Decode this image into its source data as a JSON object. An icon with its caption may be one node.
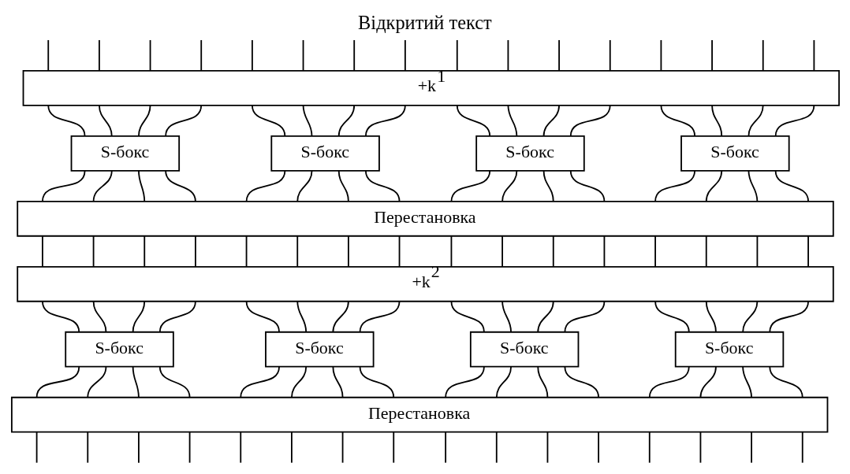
{
  "diagram": {
    "title": "Відкритий текст",
    "nodes": [
      {
        "text": [
          "+k$^{1}$"
        ]
      },
      {
        "text": [
          "S-бокс"
        ]
      },
      {
        "text": [
          "S-бокс"
        ]
      },
      {
        "text": [
          "S-бокс"
        ]
      },
      {
        "text": [
          "S-бокс"
        ]
      },
      {
        "text": [
          "Перестановка"
        ]
      },
      {
        "text": [
          "+k$^{2}$"
        ]
      },
      {
        "text": [
          "S-бокс"
        ]
      },
      {
        "text": [
          "S-бокс"
        ]
      },
      {
        "text": [
          "S-бокс"
        ]
      },
      {
        "text": [
          "S-бокс"
        ]
      },
      {
        "text": [
          "Перестановка"
        ]
      }
    ],
    "edges": [
      {
        "from": null,
        "to": 0,
        "arrow": "none"
      },
      {
        "from": null,
        "to": 0,
        "arrow": "none"
      },
      {
        "from": null,
        "to": 0,
        "arrow": "none"
      },
      {
        "from": null,
        "to": 0,
        "arrow": "none"
      },
      {
        "from": null,
        "to": 0,
        "arrow": "none"
      },
      {
        "from": null,
        "to": 0,
        "arrow": "none"
      },
      {
        "from": null,
        "to": 0,
        "arrow": "none"
      },
      {
        "from": null,
        "to": 0,
        "arrow": "none"
      },
      {
        "from": null,
        "to": 0,
        "arrow": "none"
      },
      {
        "from": null,
        "to": 0,
        "arrow": "none"
      },
      {
        "from": null,
        "to": 0,
        "arrow": "none"
      },
      {
        "from": null,
        "to": 0,
        "arrow": "none"
      },
      {
        "from": null,
        "to": 0,
        "arrow": "none"
      },
      {
        "from": null,
        "to": 0,
        "arrow": "none"
      },
      {
        "from": null,
        "to": 0,
        "arrow": "none"
      },
      {
        "from": null,
        "to": 0,
        "arrow": "none"
      },
      {
        "from": 0,
        "to": 1,
        "arrow": "none"
      },
      {
        "from": 0,
        "to": 1,
        "arrow": "none"
      },
      {
        "from": 0,
        "to": 1,
        "arrow": "none"
      },
      {
        "from": 0,
        "to": 1,
        "arrow": "none"
      },
      {
        "from": 0,
        "to": 2,
        "arrow": "none"
      },
      {
        "from": 0,
        "to": 2,
        "arrow": "none"
      },
      {
        "from": 0,
        "to": 2,
        "arrow": "none"
      },
      {
        "from": 0,
        "to": 2,
        "arrow": "none"
      },
      {
        "from": 0,
        "to": 3,
        "arrow": "none"
      },
      {
        "from": 0,
        "to": 3,
        "arrow": "none"
      },
      {
        "from": 0,
        "to": 3,
        "arrow": "none"
      },
      {
        "from": 0,
        "to": 3,
        "arrow": "none"
      },
      {
        "from": 0,
        "to": 4,
        "arrow": "none"
      },
      {
        "from": 0,
        "to": 4,
        "arrow": "none"
      },
      {
        "from": 0,
        "to": 4,
        "arrow": "none"
      },
      {
        "from": 0,
        "to": 4,
        "arrow": "none"
      },
      {
        "from": 1,
        "to": 5,
        "arrow": "none"
      },
      {
        "from": 1,
        "to": 5,
        "arrow": "none"
      },
      {
        "from": 1,
        "to": 5,
        "arrow": "none"
      },
      {
        "from": 1,
        "to": 5,
        "arrow": "none"
      },
      {
        "from": 2,
        "to": 5,
        "arrow": "none"
      },
      {
        "from": 2,
        "to": 5,
        "arrow": "none"
      },
      {
        "from": 2,
        "to": 5,
        "arrow": "none"
      },
      {
        "from": 2,
        "to": 5,
        "arrow": "none"
      },
      {
        "from": 3,
        "to": 5,
        "arrow": "none"
      },
      {
        "from": 3,
        "to": 5,
        "arrow": "none"
      },
      {
        "from": 3,
        "to": 5,
        "arrow": "none"
      },
      {
        "from": 3,
        "to": 5,
        "arrow": "none"
      },
      {
        "from": 4,
        "to": 5,
        "arrow": "none"
      },
      {
        "from": 4,
        "to": 5,
        "arrow": "none"
      },
      {
        "from": 4,
        "to": 5,
        "arrow": "none"
      },
      {
        "from": 4,
        "to": 5,
        "arrow": "none"
      },
      {
        "from": 5,
        "to": 6,
        "arrow": "none"
      },
      {
        "from": 5,
        "to": 6,
        "arrow": "none"
      },
      {
        "from": 5,
        "to": 6,
        "arrow": "none"
      },
      {
        "from": 5,
        "to": 6,
        "arrow": "none"
      },
      {
        "from": 5,
        "to": 6,
        "arrow": "none"
      },
      {
        "from": 5,
        "to": 6,
        "arrow": "none"
      },
      {
        "from": 5,
        "to": 6,
        "arrow": "none"
      },
      {
        "from": 5,
        "to": 6,
        "arrow": "none"
      },
      {
        "from": 5,
        "to": 6,
        "arrow": "none"
      },
      {
        "from": 5,
        "to": 6,
        "arrow": "none"
      },
      {
        "from": 5,
        "to": 6,
        "arrow": "none"
      },
      {
        "from": 5,
        "to": 6,
        "arrow": "none"
      },
      {
        "from": 5,
        "to": 6,
        "arrow": "none"
      },
      {
        "from": 5,
        "to": 6,
        "arrow": "none"
      },
      {
        "from": 5,
        "to": 6,
        "arrow": "none"
      },
      {
        "from": 5,
        "to": 6,
        "arrow": "none"
      },
      {
        "from": 6,
        "to": 7,
        "arrow": "none"
      },
      {
        "from": 6,
        "to": 7,
        "arrow": "none"
      },
      {
        "from": 6,
        "to": 7,
        "arrow": "none"
      },
      {
        "from": 6,
        "to": 7,
        "arrow": "none"
      },
      {
        "from": 6,
        "to": 8,
        "arrow": "none"
      },
      {
        "from": 6,
        "to": 8,
        "arrow": "none"
      },
      {
        "from": 6,
        "to": 8,
        "arrow": "none"
      },
      {
        "from": 6,
        "to": 8,
        "arrow": "none"
      },
      {
        "from": 6,
        "to": 9,
        "arrow": "none"
      },
      {
        "from": 6,
        "to": 9,
        "arrow": "none"
      },
      {
        "from": 6,
        "to": 9,
        "arrow": "none"
      },
      {
        "from": 6,
        "to": 9,
        "arrow": "none"
      },
      {
        "from": 6,
        "to": 10,
        "arrow": "none"
      },
      {
        "from": 6,
        "to": 10,
        "arrow": "none"
      },
      {
        "from": 6,
        "to": 10,
        "arrow": "none"
      },
      {
        "from": 6,
        "to": 10,
        "arrow": "none"
      },
      {
        "from": 7,
        "to": 11,
        "arrow": "none"
      },
      {
        "from": 7,
        "to": 11,
        "arrow": "none"
      },
      {
        "from": 7,
        "to": 11,
        "arrow": "none"
      },
      {
        "from": 7,
        "to": 11,
        "arrow": "none"
      },
      {
        "from": 8,
        "to": 11,
        "arrow": "none"
      },
      {
        "from": 8,
        "to": 11,
        "arrow": "none"
      },
      {
        "from": 8,
        "to": 11,
        "arrow": "none"
      },
      {
        "from": 8,
        "to": 11,
        "arrow": "none"
      },
      {
        "from": 9,
        "to": 11,
        "arrow": "none"
      },
      {
        "from": 9,
        "to": 11,
        "arrow": "none"
      },
      {
        "from": 9,
        "to": 11,
        "arrow": "none"
      },
      {
        "from": 9,
        "to": 11,
        "arrow": "none"
      },
      {
        "from": 10,
        "to": 11,
        "arrow": "none"
      },
      {
        "from": 10,
        "to": 11,
        "arrow": "none"
      },
      {
        "from": 10,
        "to": 11,
        "arrow": "none"
      },
      {
        "from": 10,
        "to": 11,
        "arrow": "none"
      },
      {
        "from": 11,
        "to": null,
        "arrow": "none"
      },
      {
        "from": 11,
        "to": null,
        "arrow": "none"
      },
      {
        "from": 11,
        "to": null,
        "arrow": "none"
      },
      {
        "from": 11,
        "to": null,
        "arrow": "none"
      },
      {
        "from": 11,
        "to": null,
        "arrow": "none"
      },
      {
        "from": 11,
        "to": null,
        "arrow": "none"
      },
      {
        "from": 11,
        "to": null,
        "arrow": "none"
      },
      {
        "from": 11,
        "to": null,
        "arrow": "none"
      },
      {
        "from": 11,
        "to": null,
        "arrow": "none"
      },
      {
        "from": 11,
        "to": null,
        "arrow": "none"
      },
      {
        "from": 11,
        "to": null,
        "arrow": "none"
      },
      {
        "from": 11,
        "to": null,
        "arrow": "none"
      },
      {
        "from": 11,
        "to": null,
        "arrow": "none"
      },
      {
        "from": 11,
        "to": null,
        "arrow": "none"
      },
      {
        "from": 11,
        "to": null,
        "arrow": "none"
      },
      {
        "from": 11,
        "to": null,
        "arrow": "none"
      }
    ]
  }
}
